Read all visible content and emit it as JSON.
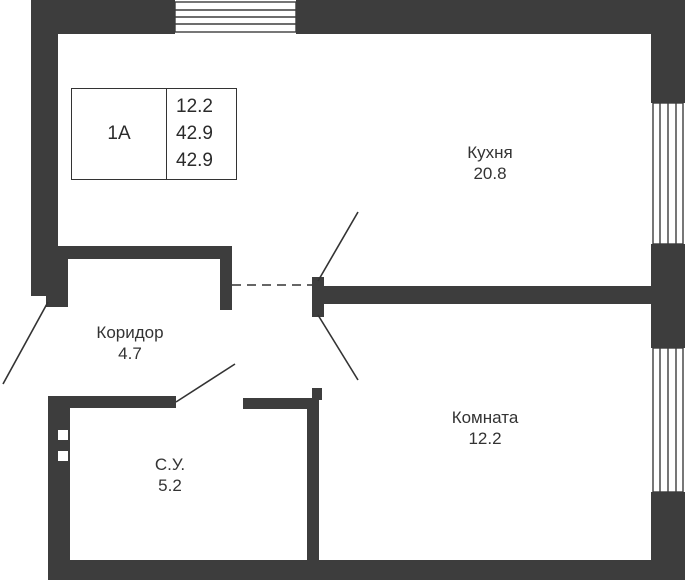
{
  "unit": {
    "code": "1A",
    "areas": [
      "12.2",
      "42.9",
      "42.9"
    ]
  },
  "rooms": {
    "kitchen": {
      "name": "Кухня",
      "area": "20.8"
    },
    "corridor": {
      "name": "Коридор",
      "area": "4.7"
    },
    "bathroom": {
      "name": "С.У.",
      "area": "5.2"
    },
    "room": {
      "name": "Комната",
      "area": "12.2"
    }
  },
  "colors": {
    "wall": "#3d3d3d",
    "line": "#333333",
    "background": "#ffffff"
  }
}
